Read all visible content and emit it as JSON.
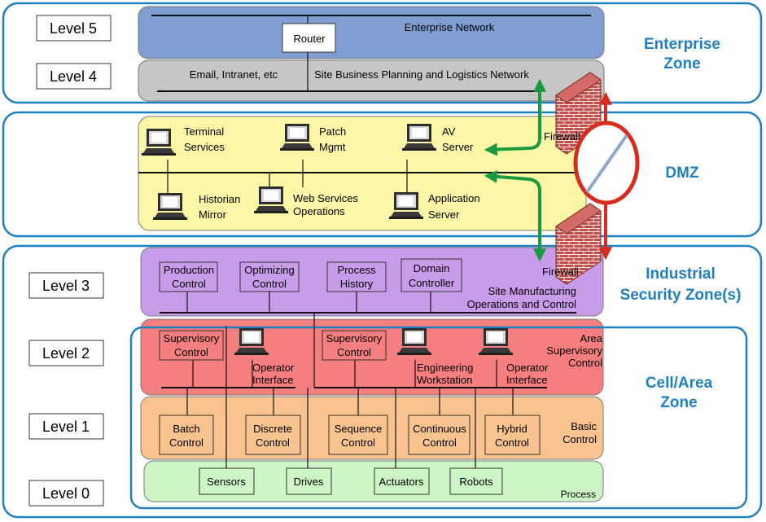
{
  "levels": [
    "Level 5",
    "Level 4",
    "Level 3",
    "Level 2",
    "Level 1",
    "Level 0"
  ],
  "zones": {
    "enterprise": [
      "Enterprise",
      "Zone"
    ],
    "dmz": "DMZ",
    "industrial": [
      "Industrial",
      "Security Zone(s)"
    ],
    "cell": [
      "Cell/Area",
      "Zone"
    ]
  },
  "enterprise_network": {
    "label": "Enterprise Network",
    "router": "Router"
  },
  "site_business": {
    "left_label": "Email, Intranet, etc",
    "label": "Site Business Planning and Logistics Network"
  },
  "firewalls": [
    "Firewall",
    "Firewall"
  ],
  "dmz_computers": [
    [
      "Terminal",
      "Services"
    ],
    [
      "Patch",
      "Mgmt"
    ],
    [
      "AV",
      "Server"
    ],
    [
      "Historian",
      "Mirror"
    ],
    [
      "Web Services",
      "Operations"
    ],
    [
      "Application",
      "Server"
    ]
  ],
  "level3": {
    "boxes": [
      [
        "Production",
        "Control"
      ],
      [
        "Optimizing",
        "Control"
      ],
      [
        "Process",
        "History"
      ],
      [
        "Domain",
        "Controller"
      ]
    ],
    "label": [
      "Site Manufacturing",
      "Operations and Control"
    ]
  },
  "level2": {
    "boxes": [
      [
        "Supervisory",
        "Control"
      ],
      [
        "Supervisory",
        "Control"
      ]
    ],
    "computers": [
      [
        "Operator",
        "Interface"
      ],
      [
        "Engineering",
        "Workstation"
      ],
      [
        "Operator",
        "Interface"
      ]
    ],
    "label": [
      "Area",
      "Supervisory",
      "Control"
    ]
  },
  "level1": {
    "boxes": [
      [
        "Batch",
        "Control"
      ],
      [
        "Discrete",
        "Control"
      ],
      [
        "Sequence",
        "Control"
      ],
      [
        "Continuous",
        "Control"
      ],
      [
        "Hybrid",
        "Control"
      ]
    ],
    "label": [
      "Basic",
      "Control"
    ]
  },
  "level0": {
    "boxes": [
      "Sensors",
      "Drives",
      "Actuators",
      "Robots"
    ],
    "label": "Process"
  },
  "colors": {
    "zone_border": "#1f7fc1",
    "zone_text": "#1f7fc1",
    "level5": "#7f9fd2",
    "level4": "#c6c6c6",
    "dmz": "#fbf7a6",
    "level3": "#c79ce8",
    "level2": "#f57f7f",
    "level1": "#f8c38f",
    "level0": "#cdf5c6",
    "green_arrow": "#1a9a3e",
    "red_arrow": "#d92b1e",
    "brick": "#c0504d"
  }
}
